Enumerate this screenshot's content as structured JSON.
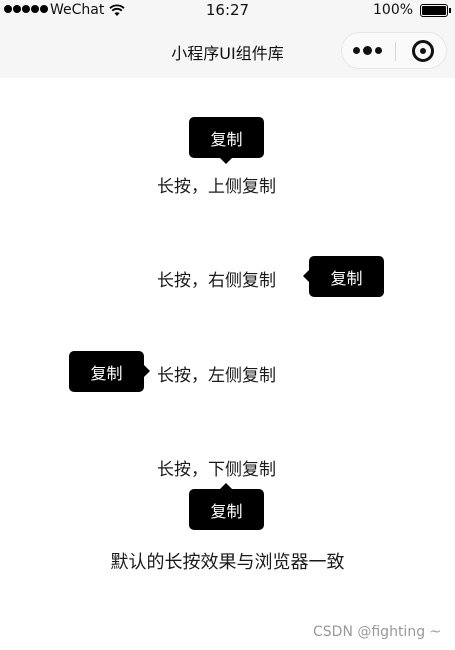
{
  "status_bar": {
    "carrier": "WeChat",
    "time": "16:27",
    "battery": "100%",
    "battery_level": 1.0,
    "signal_icon": "signal-dots-icon",
    "wifi_icon": "wifi-icon",
    "battery_icon": "battery-icon"
  },
  "nav": {
    "title": "小程序UI组件库",
    "more_icon": "more-dots-icon",
    "close_icon": "close-circle-icon"
  },
  "demos": [
    {
      "text": "长按，上侧复制",
      "tip": "复制",
      "placement": "top"
    },
    {
      "text": "长按，右侧复制",
      "tip": "复制",
      "placement": "right"
    },
    {
      "text": "长按，左侧复制",
      "tip": "复制",
      "placement": "left"
    },
    {
      "text": "长按，下侧复制",
      "tip": "复制",
      "placement": "bottom"
    }
  ],
  "note": "默认的长按效果与浏览器一致",
  "watermark": "CSDN @fighting ~",
  "colors": {
    "tooltip_bg": "#000000",
    "tooltip_text": "#ffffff",
    "bar_bg": "#f6f6f6"
  }
}
